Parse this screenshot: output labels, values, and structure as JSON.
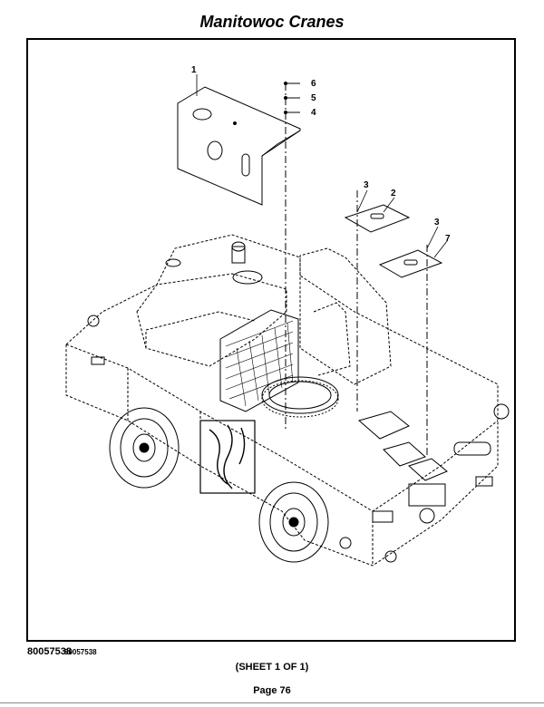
{
  "header": {
    "title": "Manitowoc Cranes"
  },
  "drawing": {
    "inner_part_number": "80057538",
    "callouts": [
      "1",
      "6",
      "5",
      "4",
      "3",
      "2",
      "3",
      "7"
    ]
  },
  "footer": {
    "part_number": "80057538",
    "sheet": "(SHEET 1 OF 1)",
    "page": "Page 76"
  }
}
